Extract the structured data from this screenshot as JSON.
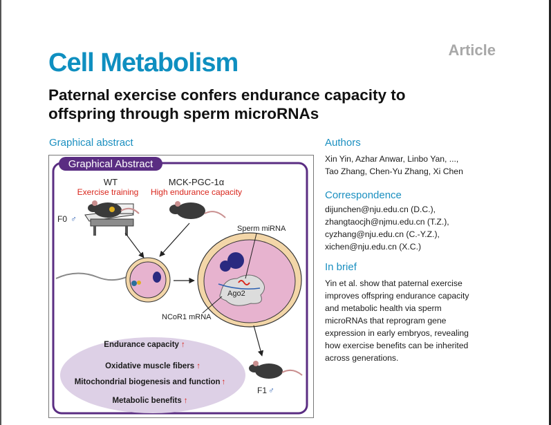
{
  "header": {
    "journal": "Cell Metabolism",
    "article_type": "Article",
    "title_lines": [
      "Paternal exercise confers endurance capacity to",
      "offspring through sperm microRNAs"
    ]
  },
  "graphical_abstract": {
    "section_label": "Graphical abstract",
    "box_title": "Graphical Abstract",
    "wt_label": "WT",
    "wt_sub": "Exercise training",
    "mck_label": "MCK-PGC-1α",
    "mck_sub": "High endurance capacity",
    "f0_label": "F0",
    "f1_label": "F1",
    "male_symbol": "♂",
    "sperm_mirna": "Sperm miRNA",
    "ago2": "Ago2",
    "ncor1": "NCoR1 mRNA",
    "outcomes": [
      "Endurance capacity",
      "Oxidative muscle fibers",
      "Mitochondrial biogenesis and function",
      "Metabolic benefits"
    ],
    "up_arrow": "↑",
    "colors": {
      "frame": "#5a2d82",
      "red": "#d9261c",
      "oval": "#ddd0e6",
      "cell": "#e7b3cf",
      "cell_outer": "#f3d6a8",
      "nucleus": "#2a2a80",
      "accent": "#0f8fc0"
    }
  },
  "authors": {
    "label": "Authors",
    "lines": [
      "Xin Yin, Azhar Anwar, Linbo Yan, ...,",
      "Tao Zhang, Chen-Yu Zhang, Xi Chen"
    ]
  },
  "correspondence": {
    "label": "Correspondence",
    "lines": [
      "dijunchen@nju.edu.cn (D.C.),",
      "zhangtaocjh@njmu.edu.cn (T.Z.),",
      "cyzhang@nju.edu.cn (C.-Y.Z.),",
      "xichen@nju.edu.cn (X.C.)"
    ]
  },
  "in_brief": {
    "label": "In brief",
    "lines": [
      "Yin et al. show that paternal exercise",
      "improves offspring endurance capacity",
      "and metabolic health via sperm",
      "microRNAs that reprogram gene",
      "expression in early embryos, revealing",
      "how exercise benefits can be inherited",
      "across generations."
    ]
  }
}
